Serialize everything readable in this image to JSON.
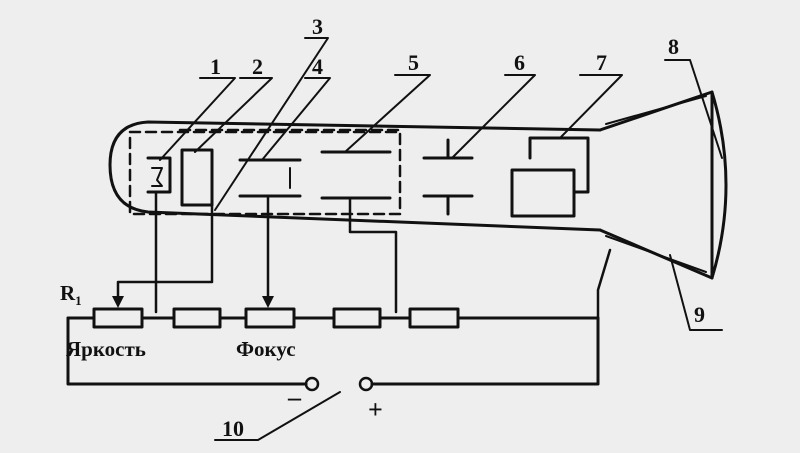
{
  "labels": {
    "n1": "1",
    "n2": "2",
    "n3": "3",
    "n4": "4",
    "n5": "5",
    "n6": "6",
    "n7": "7",
    "n8": "8",
    "n9": "9",
    "n10": "10"
  },
  "resistor": {
    "r_letter": "R",
    "r_sub": "1"
  },
  "text": {
    "brightness": "Яркость",
    "focus": "Фокус"
  },
  "signs": {
    "minus": "–",
    "plus": "+"
  }
}
